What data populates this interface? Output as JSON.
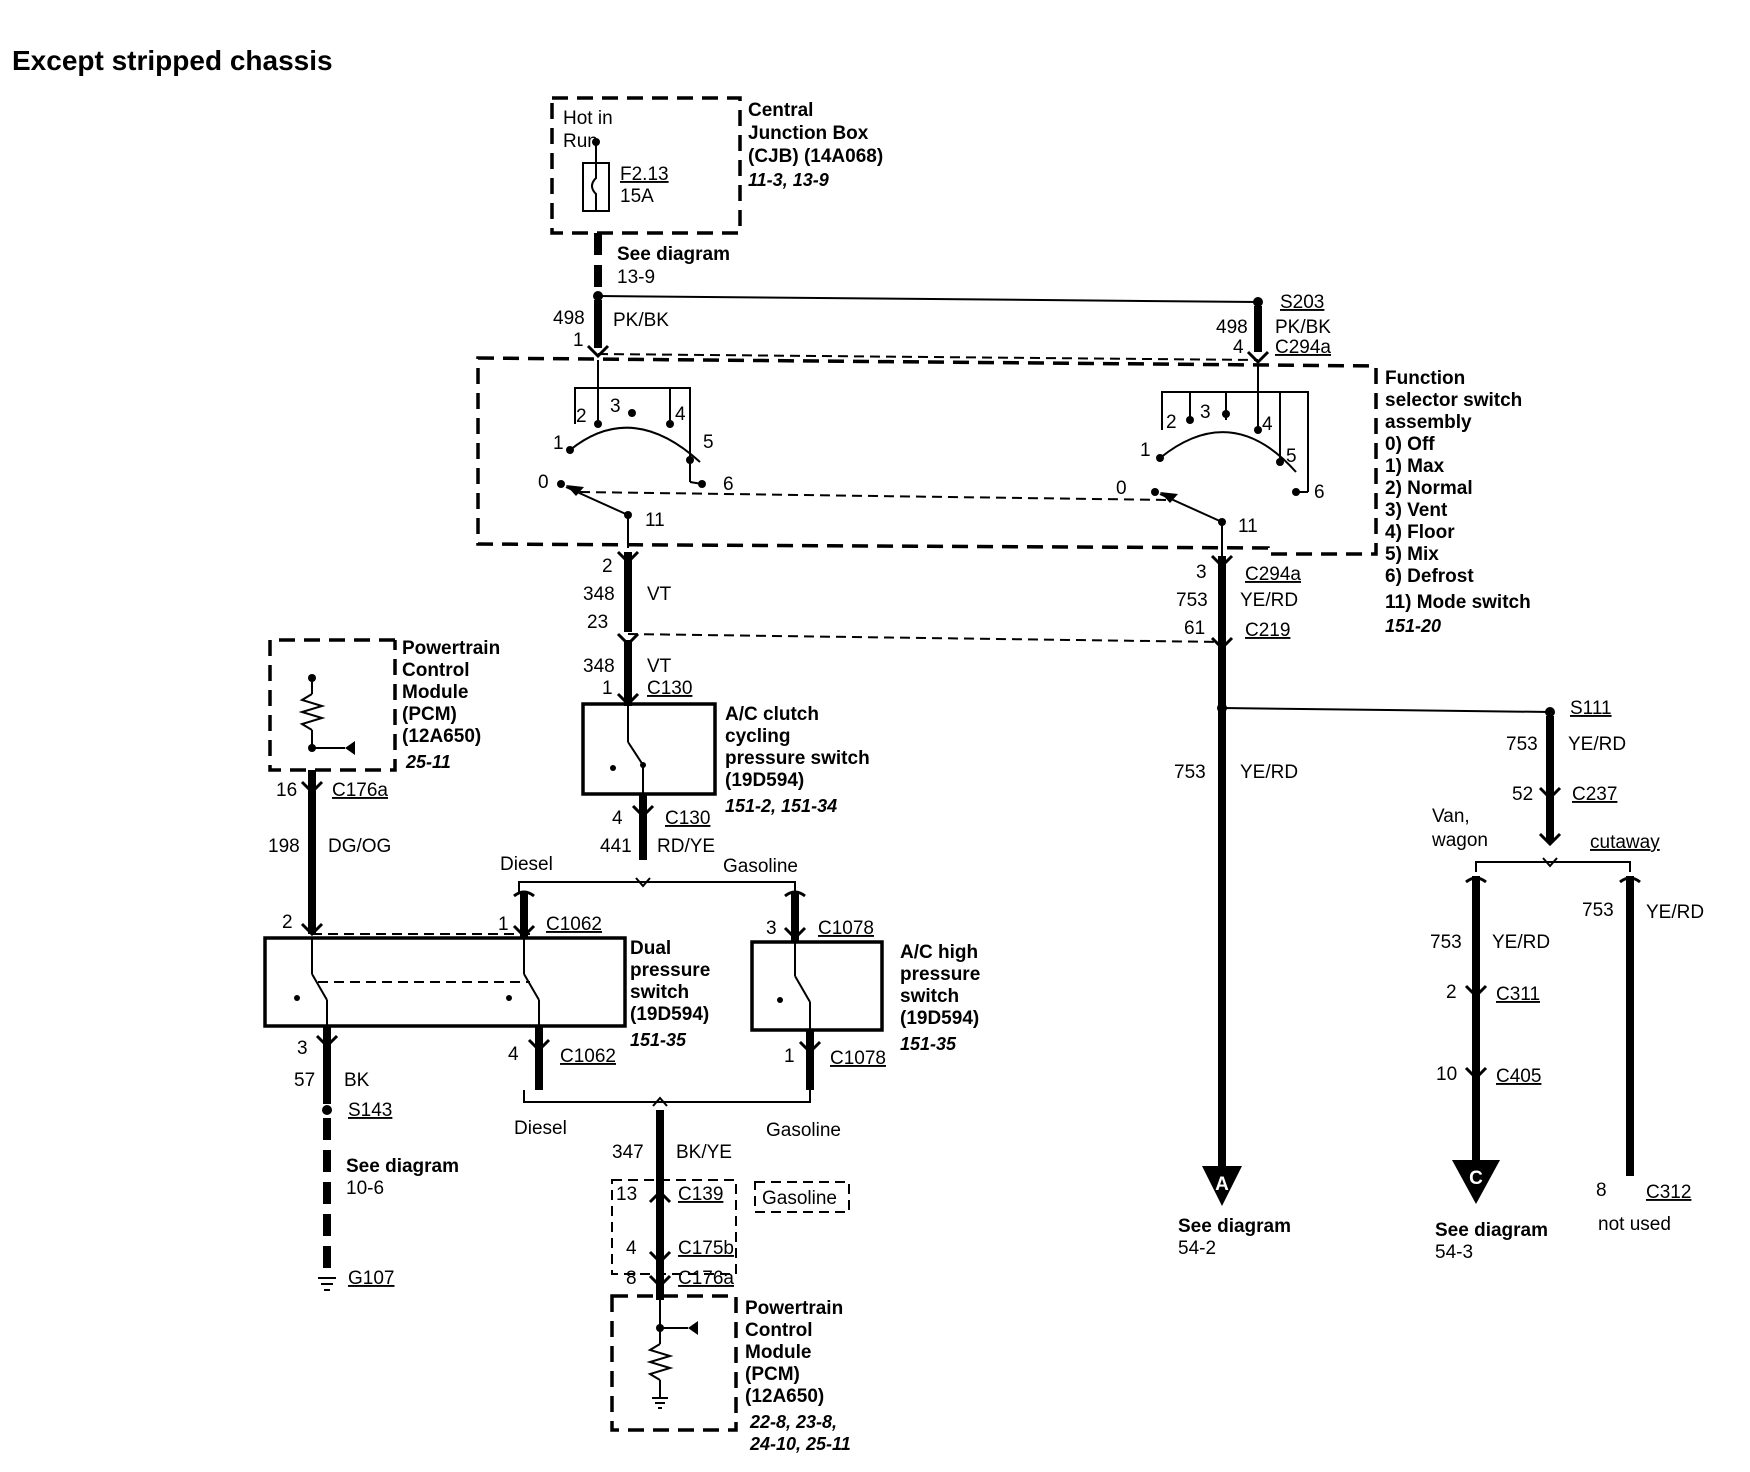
{
  "title": "Except stripped chassis",
  "cjb": {
    "hot_in": "Hot in",
    "run": "Run",
    "fuse": "F2.13",
    "rating": "15A",
    "name": [
      "Central",
      "Junction Box",
      "(CJB) (14A068)"
    ],
    "ref": "11-3, 13-9",
    "see_diagram": "See diagram",
    "see_ref": "13-9"
  },
  "splices": {
    "s203": "S203",
    "s111": "S111",
    "s143": "S143",
    "g107": "G107"
  },
  "wires": {
    "w498_left": {
      "circuit": "498",
      "color": "PK/BK",
      "pin": "1"
    },
    "w498_right": {
      "circuit": "498",
      "color": "PK/BK",
      "pin": "4",
      "connector": "C294a"
    },
    "w348": {
      "pin_top": "2",
      "circuit": "348",
      "color": "VT",
      "pin_c219": "23"
    },
    "w348b": {
      "circuit": "348",
      "color": "VT",
      "pin": "1",
      "connector": "C130"
    },
    "w753_top": {
      "pin": "3",
      "connector": "C294a",
      "circuit": "753",
      "color": "YE/RD",
      "pin_c219": "61",
      "c219": "C219"
    },
    "w753_mid": {
      "circuit": "753",
      "color": "YE/RD"
    },
    "w441": {
      "pin": "4",
      "connector": "C130",
      "circuit": "441",
      "color": "RD/YE"
    },
    "w198": {
      "pin": "16",
      "connector": "C176a",
      "circuit": "198",
      "color": "DG/OG",
      "pin_dps": "2"
    },
    "w57": {
      "pin": "3",
      "circuit": "57",
      "color": "BK"
    },
    "w347": {
      "circuit": "347",
      "color": "BK/YE"
    },
    "s111_branch": {
      "circuit": "753",
      "color": "YE/RD",
      "pin": "52",
      "connector": "C237"
    },
    "van": {
      "circuit": "753",
      "color": "YE/RD",
      "pin_c311": "2",
      "c311": "C311",
      "pin_c405": "10",
      "c405": "C405"
    },
    "cutaway": {
      "circuit": "753",
      "color": "YE/RD",
      "pin": "8",
      "connector": "C312",
      "note": "not used"
    }
  },
  "function_switch": {
    "name": [
      "Function",
      "selector switch",
      "assembly"
    ],
    "modes": [
      "0) Off",
      "1) Max",
      "2) Normal",
      "3) Vent",
      "4) Floor",
      "5) Mix",
      "6) Defrost",
      "11) Mode switch"
    ],
    "ref": "151-20",
    "positions": [
      "0",
      "1",
      "2",
      "3",
      "4",
      "5",
      "6",
      "11"
    ]
  },
  "ac_clutch": {
    "name": [
      "A/C clutch",
      "cycling",
      "pressure switch",
      "(19D594)"
    ],
    "ref": "151-2, 151-34"
  },
  "dual_pressure": {
    "name": [
      "Dual",
      "pressure",
      "switch",
      "(19D594)"
    ],
    "ref": "151-35",
    "pin_in": "1",
    "conn_in": "C1062",
    "pin_out": "4",
    "conn_out": "C1062"
  },
  "ac_high": {
    "name": [
      "A/C high",
      "pressure",
      "switch",
      "(19D594)"
    ],
    "ref": "151-35",
    "pin_in": "3",
    "conn_in": "C1078",
    "pin_out": "1",
    "conn_out": "C1078"
  },
  "pcm_left": {
    "name": [
      "Powertrain",
      "Control",
      "Module",
      "(PCM)",
      "(12A650)"
    ],
    "ref": "25-11"
  },
  "pcm_bottom": {
    "name": [
      "Powertrain",
      "Control",
      "Module",
      "(PCM)",
      "(12A650)"
    ],
    "ref": [
      "22-8, 23-8,",
      "24-10, 25-11"
    ]
  },
  "c139": {
    "pin": "13",
    "connector": "C139",
    "tag": "Gasoline"
  },
  "c175b": {
    "pin": "4",
    "connector": "C175b"
  },
  "c176a_b": {
    "pin": "8",
    "connector": "C176a"
  },
  "labels": {
    "diesel": "Diesel",
    "gasoline": "Gasoline",
    "van_wagon": [
      "Van,",
      "wagon"
    ],
    "cutaway": "cutaway",
    "see_diagram": "See diagram",
    "ref_54_2": "54-2",
    "ref_54_3": "54-3",
    "ref_10_6": "10-6",
    "arrow_a": "A",
    "arrow_c": "C"
  }
}
